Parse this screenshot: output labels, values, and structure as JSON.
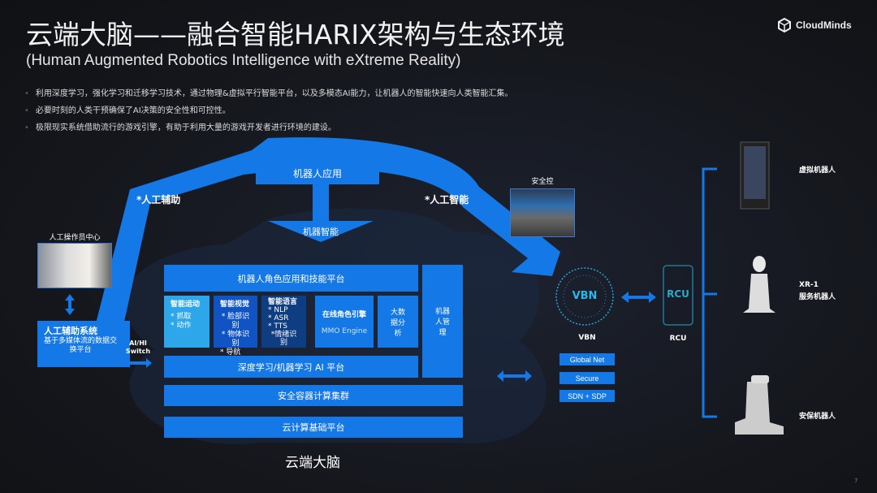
{
  "header": {
    "title": "云端大脑——融合智能HARIX架构与生态环境",
    "subtitle": "(Human Augmented Robotics Intelligence with eXtreme Reality)",
    "logo": "CloudMinds"
  },
  "bullets": [
    "利用深度学习，强化学习和迁移学习技术，通过物理&虚拟平行智能平台，以及多模态AI能力，让机器人的智能快速向人类智能汇集。",
    "必要时刻的人类干预确保了AI决策的安全性和可控性。",
    "极限现实系统借助流行的游戏引擎，有助于利用大量的游戏开发者进行环境的建设。"
  ],
  "diagram": {
    "robot_app": "机器人应用",
    "robot_intel": "机器智能",
    "human_assist": "*人工辅助",
    "ai_label": "*人工智能",
    "operator_center": "人工操作员中心",
    "assist_system_title": "人工辅助系统",
    "assist_system_desc": "基于多媒体流的数据交换平台",
    "switch": "AI/HI Switch",
    "platform": "机器人角色应用和技能平台",
    "modules": [
      {
        "title": "智能运动",
        "items": [
          "* 抓取",
          "* 动作"
        ]
      },
      {
        "title": "智能视觉",
        "items": [
          "* 脸部识别",
          "* 物体识别",
          "* 导航"
        ]
      },
      {
        "title": "智能语言",
        "items": [
          "* NLP",
          "* ASR",
          "* TTS",
          "*情绪识别"
        ]
      }
    ],
    "role_engine": "在线角色引擎",
    "mmo": "MMO Engine",
    "bigdata": "大数据分析",
    "robot_mgmt": "机器人管理",
    "ai_platform": "深度学习/机器学习 AI 平台",
    "container": "安全容器计算集群",
    "cloud_base": "云计算基础平台",
    "cloud_brain": "云端大脑",
    "security_control": "安全控",
    "vbn": "VBN",
    "vbn_label": "VBN",
    "net": [
      "Global Net",
      "Secure",
      "SDN + SDP"
    ],
    "rcu": "RCU",
    "rcu_label": "RCU",
    "robots": [
      {
        "name": "虚拟机器人"
      },
      {
        "name": "XR-1",
        "desc": "服务机器人"
      },
      {
        "name": "安保机器人"
      }
    ]
  },
  "page_number": "7"
}
